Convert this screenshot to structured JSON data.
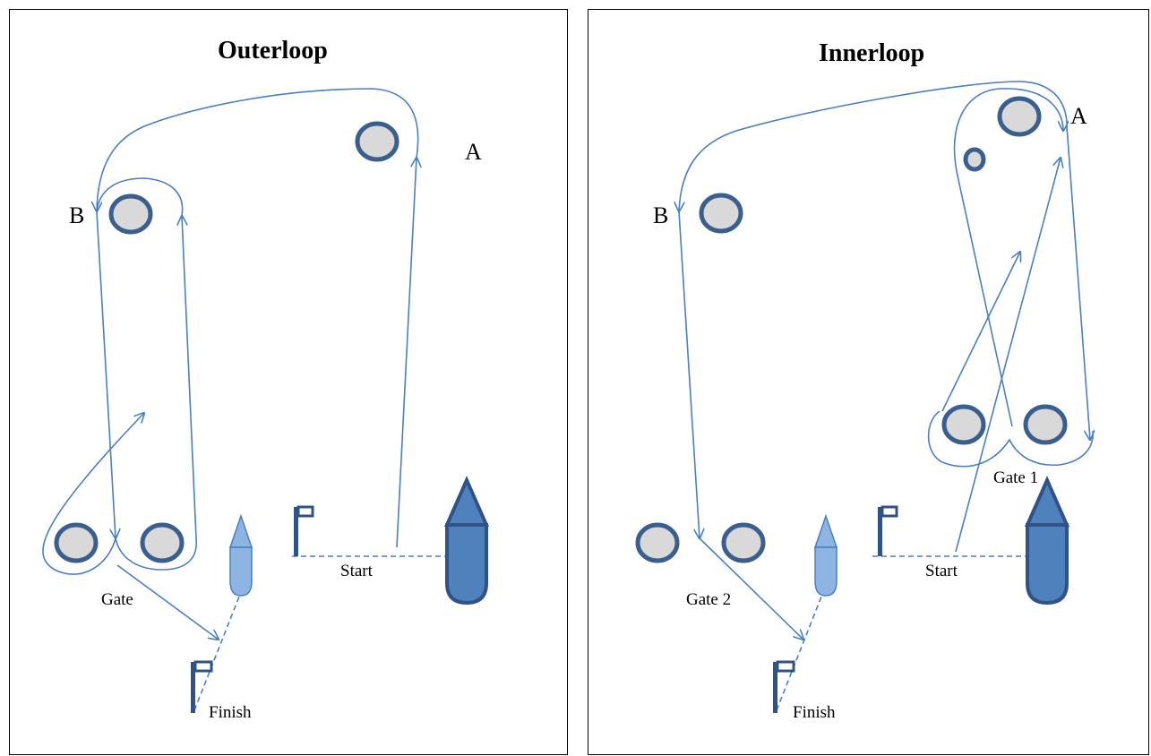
{
  "outer": {
    "title": "Outerloop",
    "mark_a": "A",
    "mark_b": "B",
    "gate": "Gate",
    "start": "Start",
    "finish": "Finish"
  },
  "inner": {
    "title": "Innerloop",
    "mark_a": "A",
    "mark_b": "B",
    "gate1": "Gate 1",
    "gate2": "Gate 2",
    "start": "Start",
    "finish": "Finish"
  },
  "colors": {
    "course_line": "#4a7fc0",
    "buoy_fill": "#d9d9d9",
    "buoy_stroke": "#3a5f8f",
    "committee_boat": "#4f81bd",
    "pin_boat": "#8eb4e3",
    "flag": "#2f5387"
  }
}
